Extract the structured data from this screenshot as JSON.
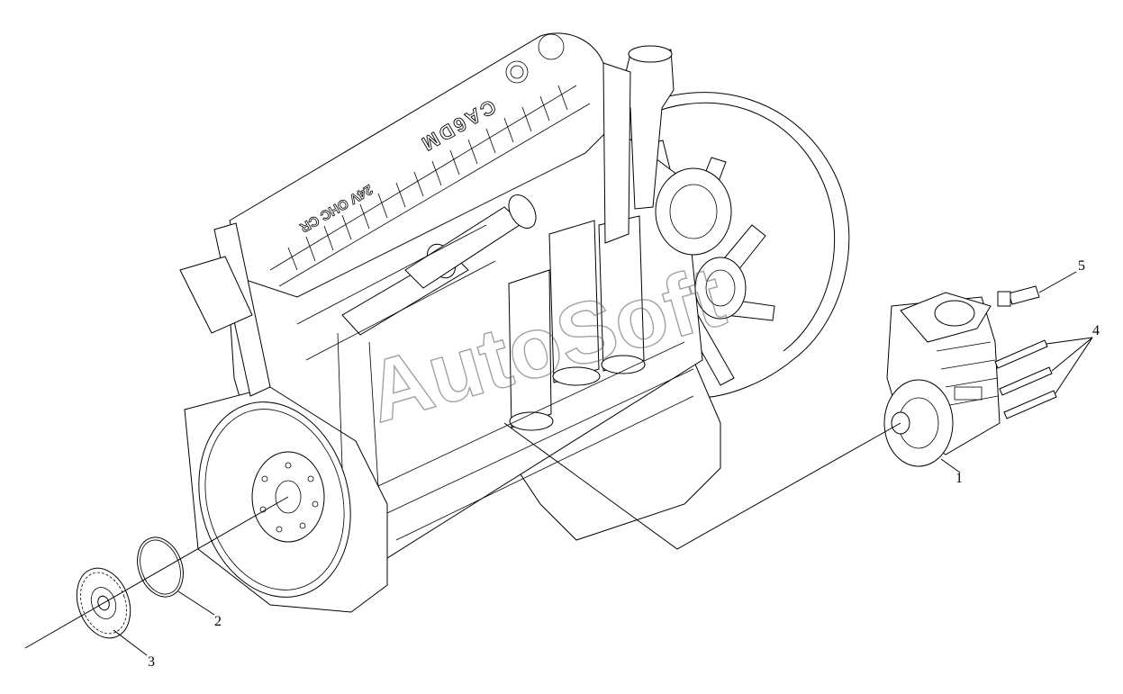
{
  "drawing": {
    "cover_casting_brand": "CA6DM",
    "cover_casting_model": "24V OHC CR",
    "watermark": "AutoSoft"
  },
  "callouts": [
    {
      "id": "callout-1",
      "label": "1"
    },
    {
      "id": "callout-2",
      "label": "2"
    },
    {
      "id": "callout-3",
      "label": "3"
    },
    {
      "id": "callout-4",
      "label": "4"
    },
    {
      "id": "callout-5",
      "label": "5"
    }
  ]
}
